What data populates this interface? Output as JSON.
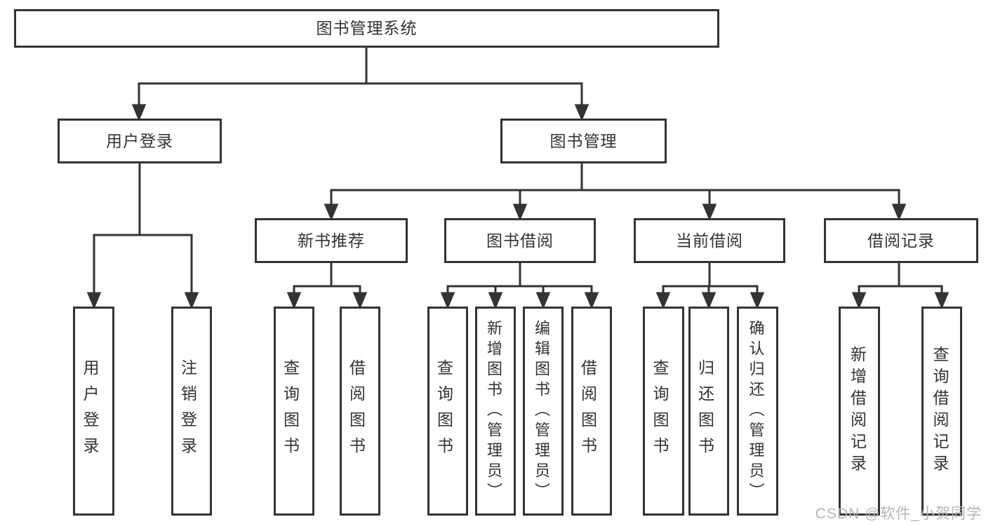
{
  "tree": {
    "root": {
      "label": "图书管理系统"
    },
    "branches": [
      {
        "label": "用户登录",
        "children": [
          {
            "label": "用户登录"
          },
          {
            "label": "注销登录"
          }
        ]
      },
      {
        "label": "图书管理",
        "children": [
          {
            "label": "新书推荐",
            "children": [
              {
                "label": "查询图书"
              },
              {
                "label": "借阅图书"
              }
            ]
          },
          {
            "label": "图书借阅",
            "children": [
              {
                "label": "查询图书"
              },
              {
                "label": "新增图书（管理员）"
              },
              {
                "label": "编辑图书（管理员）"
              },
              {
                "label": "借阅图书"
              }
            ]
          },
          {
            "label": "当前借阅",
            "children": [
              {
                "label": "查询图书"
              },
              {
                "label": "归还图书"
              },
              {
                "label": "确认归还（管理员）"
              }
            ]
          },
          {
            "label": "借阅记录",
            "children": [
              {
                "label": "新增借阅记录"
              },
              {
                "label": "查询借阅记录"
              }
            ]
          }
        ]
      }
    ]
  },
  "watermark": "CSDN @软件_小贺同学",
  "colors": {
    "line": "#333333",
    "text": "#333333",
    "box_background": "#ffffff",
    "page_background": "#ffffff",
    "watermark": "#b5b5b5"
  }
}
